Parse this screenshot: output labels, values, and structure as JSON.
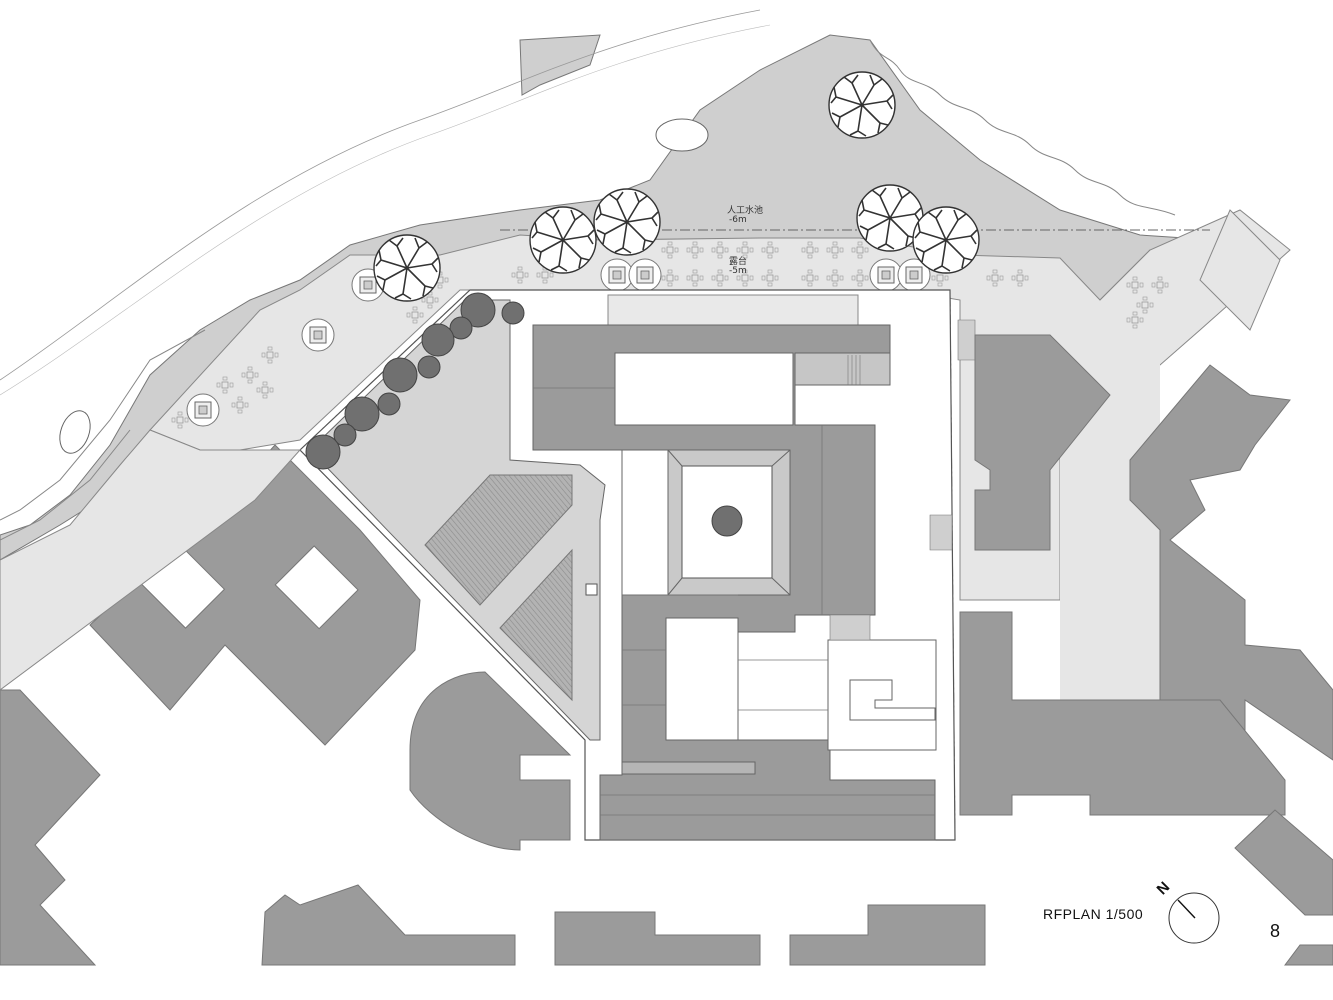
{
  "drawing": {
    "title": "RFPLAN 1/500",
    "page_number": "8",
    "north_label": "N"
  },
  "annotations": {
    "pond_label": "人工水池",
    "pond_level": "-6m",
    "terrace_label": "露台",
    "terrace_level": "-5m"
  },
  "colors": {
    "building": "#9b9b9b",
    "building_light": "#c6c6c6",
    "water": "#cfcfcf",
    "paving": "#e6e6e6",
    "lawn": "#d3d3d3",
    "hatched": "#a8a8a8",
    "tree_dark": "#707070"
  },
  "icons": [
    "north-arrow-icon",
    "tree-canopy-icon",
    "planter-icon",
    "table-set-icon"
  ]
}
